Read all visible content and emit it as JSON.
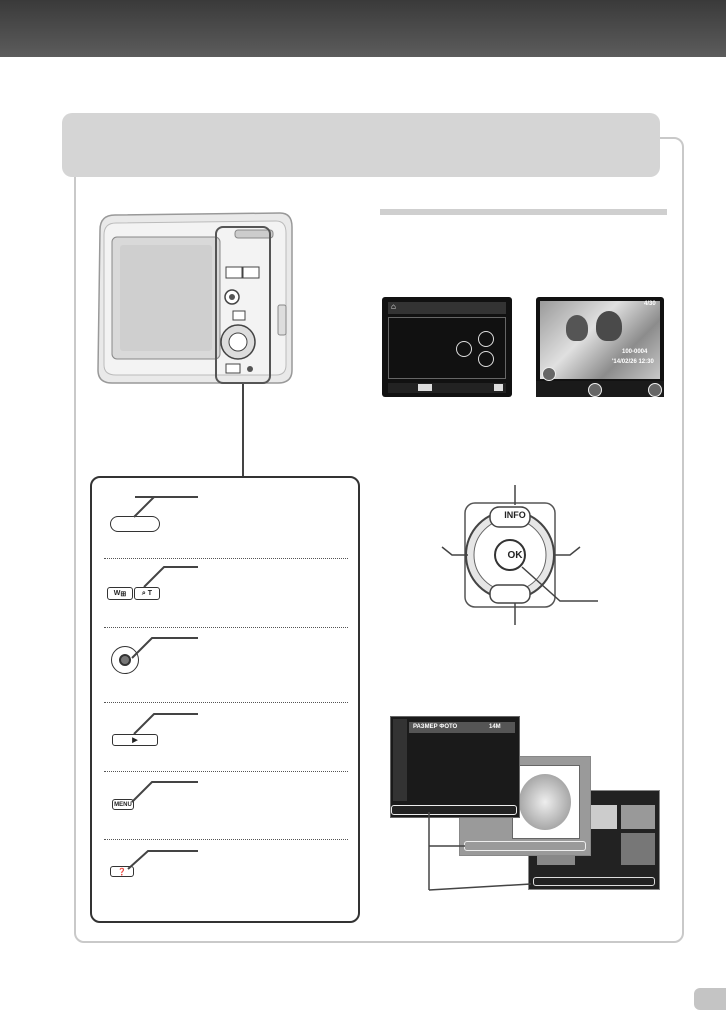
{
  "diagram_labels": {
    "info": "INFO",
    "ok": "OK",
    "w_key": "W",
    "t_key": "T",
    "menu_key": "MENU",
    "menu_screen_title": "РАЗМЕР ФОТО",
    "menu_screen_value": "14M",
    "playback_counter": "4/30",
    "playback_file": "100-0004",
    "playback_date": "'14/02/26  12:30"
  },
  "colors": {
    "header_band": "#4a4a4a",
    "title_bar": "#d5d5d5",
    "frame": "#c9c9c9",
    "page_number_tab": "#c4c4c4"
  }
}
